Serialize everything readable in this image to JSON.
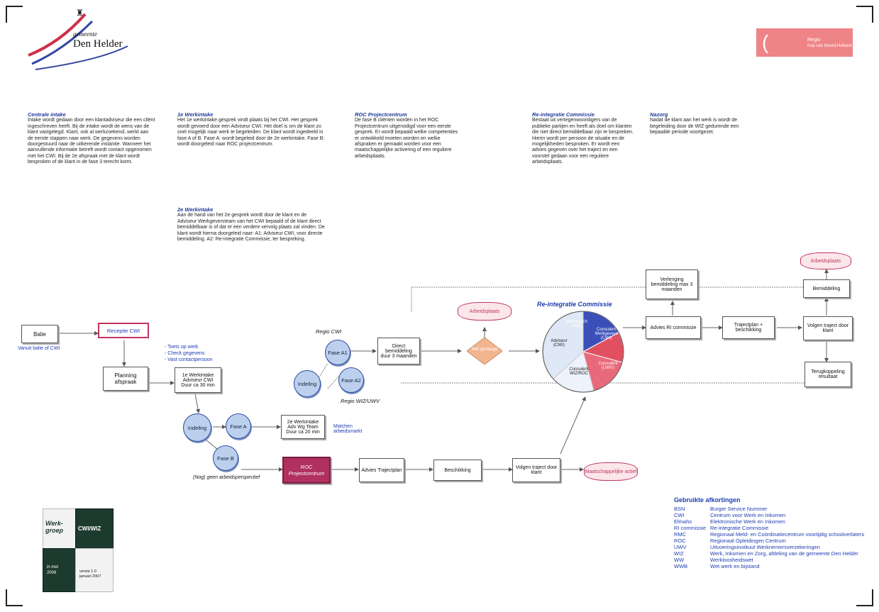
{
  "logo": {
    "small_text": "gemeente",
    "name": "Den Helder"
  },
  "top_right_logo": {
    "text_line1": "Regio",
    "text_line2": "Kop van Noord-Holland"
  },
  "texts": {
    "col1_title": "Centrale intake",
    "col1_body": "Intake wordt gedaan door een klantadviseur die een cliënt ingeschreven heeft. Bij de intake wordt de wens van de klant vastgelegd. Klant, ook al werkzoekend, werkt aan de eerste stappen naar werk. De gegevens worden doorgestuurd naar de uitkerende instantie. Wanneer het aanvullende informatie betreft wordt contact opgenomen met het CWI. Bij de 2e afspraak met de klant wordt besproken of de klant in de fase 3 terecht komt.",
    "col2_title": "1e Werkintake",
    "col2_body": "Het 1e werkintake gesprek vindt plaats bij het CWI. Het gesprek wordt gevoerd door een Adviseur CWI. Het doel is om de klant zo snel mogelijk naar werk te begeleiden. De klant wordt ingedeeld in fase A of B. Fase A: wordt begeleid door de 2e werkintake. Fase B: wordt doorgeleid naar ROC projectcentrum.",
    "col2b_title": "2e Werkintake",
    "col2b_body": "Aan de hand van het 2e gesprek wordt door de klant en de Adviseur Werkgeversteam van het CWI bepaald of de klant direct bemiddelbaar is of dat er een verdere vervolg plaats zal vinden. De klant wordt hierna doorgeleid naar: A1: Adviseur CWI, voor directe bemiddeling. A2: Re-integratie Commissie, ter bespreking.",
    "col3_title": "ROC Projectcentrum",
    "col3_body": "De fase B cliënten worden in het ROC Projectcentrum uitgenodigd voor een eerste gesprek. Er wordt bepaald welke competenties er ontwikkeld moeten worden en welke afspraken er gemaakt worden voor een maatschappelijke activering of een reguliere arbeidsplaats.",
    "col4_title": "Re-integratie Commissie",
    "col4_body": "Bestaat uit vertegenwoordigers van de publieke partijen en heeft als doel om klanten die niet direct bemiddelbaar zijn te bespreken. Hierin wordt per persoon de situatie en de mogelijkheden besproken. Er wordt een advies gegeven over het traject en een voorstel gedaan voor een reguliere arbeidsplaats.",
    "col5_title": "Nazorg",
    "col5_body": "Nadat de klant aan het werk is wordt de begeleiding door de WIZ gedurende een bepaalde periode voortgezet."
  },
  "flow": {
    "balie": "Balie",
    "balie_sub": "Vanuit balie of CWI",
    "receptie": "Receptie CWI",
    "planning": "Planning afspraak",
    "notes_title": "- Toets op werk",
    "notes_line2": "- Check gegevens",
    "notes_line3": "- Vast contactpersoon",
    "intake1_l1": "1e Werkintake",
    "intake1_l2": "Adviseur CWI",
    "intake1_l3": "Duur ca 30 min",
    "indeling": "Indeling",
    "fase_a": "Fase A",
    "fase_b": "Fase B",
    "intake2_l1": "2e Werkintake",
    "intake2_l2": "Adv Wg Team",
    "intake2_l3": "Duur ca 20 min",
    "matchen": "Matchen arbeidsmarkt",
    "regio_cwi": "Regio CWI",
    "fase_a1": "Fase A1",
    "fase_a2": "Fase A2",
    "indeling2": "Indeling",
    "regio_wiz": "Regio WIZ/UWV",
    "direct_l1": "Direct",
    "direct_l2": "bemiddeling",
    "direct_l3": "duur 3 maanden",
    "arbeidsplaats1": "Arbeidsplaats",
    "niet_geslaagd": "Niet geslaagd",
    "rc_title": "Re-integratie Commissie",
    "pie_wiz": "Werkcoach (WIZ)",
    "pie_cwi": "Consulent Werkgevers (CWI)",
    "pie_adv": "Adviseur (CWI)",
    "pie_uwv": "Consulent (UWV)",
    "pie_consulent": "Consulent WIZ/ROC",
    "roc": "ROC Projectcentrum",
    "roc_sub": "(Nog) geen arbeidsperspectief",
    "advies_traject": "Advies Trajectplan",
    "beschikking": "Beschikking",
    "volgen1": "Volgen traject door klant",
    "maatschappelijke": "Maatschappelijke actief",
    "advies_rc": "Advies RI commissie",
    "verlenging": "Verlenging bemiddeling max 3 maanden",
    "trajectplan": "Trajectplan + beschikking",
    "volgen2": "Volgen traject door klant",
    "terugkoppeling": "Terugkoppeling resultaat",
    "bemiddeling": "Bemiddeling",
    "arbeidsplaats2": "Arbeidsplaats"
  },
  "legend": {
    "title": "Gebruikte afkortingen",
    "rows": [
      [
        "BSN",
        "Burger Service Nummer"
      ],
      [
        "CWI",
        "Centrum voor Werk en Inkomen"
      ],
      [
        "Elmahs",
        "Elektronische Werk en Inkomen"
      ],
      [
        "RI commissie",
        "Re-integratie Commissie"
      ],
      [
        "RMC",
        "Regionaal Meld- en Coördinatiecentrum voortijdig schoolverlaters"
      ],
      [
        "ROC",
        "Regionaal Opleidingen Centrum"
      ],
      [
        "UWV",
        "Uitvoeringsinstituut Werknemersverzekeringen"
      ],
      [
        "WIZ",
        "Werk, Inkomen en Zorg, afdeling van de gemeente Den Helder"
      ],
      [
        "WW",
        "Werkloosheidswet"
      ],
      [
        "WWB",
        "Wet werk en bijstand"
      ]
    ]
  },
  "puzzle": {
    "werkgroep": "Werk-groep",
    "cwiwiz": "CWI/WIZ",
    "date_line1": "in mei",
    "date_line2": "2006",
    "versie_line1": "versie 1.0",
    "versie_line2": "januari 2007"
  },
  "colors": {
    "blue": "#1e3db0",
    "pie_blue": "#3a4fb8",
    "pie_red": "#e05060",
    "pie_light": "#dfe8f6",
    "pink": "#c1365d",
    "orange": "#f3b58f"
  }
}
